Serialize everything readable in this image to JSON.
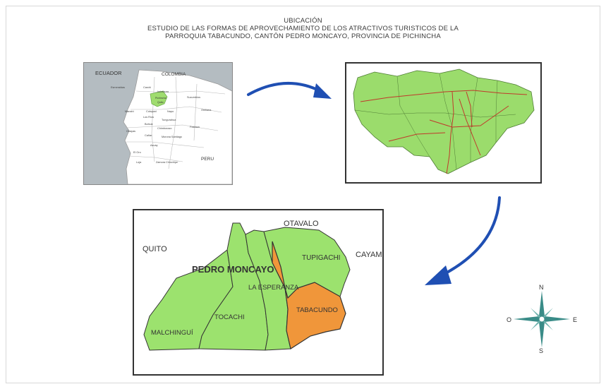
{
  "header": {
    "line1": "UBICACIÓN",
    "line2": "ESTUDIO DE LAS FORMAS DE APROVECHAMIENTO DE LOS ATRACTIVOS TURISTICOS DE LA",
    "line3": "PARROQUIA TABACUNDO, CANTÓN PEDRO MONCAYO, PROVINCIA DE PICHINCHA"
  },
  "ecuador_map": {
    "country_label": "ECUADOR",
    "neighbors": [
      "COLOMBIA",
      "PERU"
    ],
    "provinces": [
      "Esmeraldas",
      "Carchi",
      "Imbabura",
      "Sucumbíos",
      "Pichincha",
      "Quito",
      "Orellana",
      "Manabí",
      "Cotopaxi",
      "Napo",
      "Los Ríos",
      "Tungurahua",
      "Bolívar",
      "Chimborazo",
      "Pastaza",
      "Guayas",
      "Cañar",
      "Morona Santiago",
      "Azuay",
      "El Oro",
      "Loja",
      "Zamora Chinchipe"
    ],
    "colors": {
      "sea": "#b4bcc1",
      "land": "#ffffff",
      "highlight": "#9fdc6e"
    }
  },
  "canton_map": {
    "colors": {
      "fill": "#9bdc6c",
      "roads": "#c0392b"
    }
  },
  "parroquia_map": {
    "labels": {
      "otavalo": "OTAVALO",
      "quito": "QUITO",
      "cayambe": "CAYAMBE",
      "canton": "PEDRO MONCAYO",
      "tupigachi": "TUPIGACHI",
      "la_esperanza": "LA ESPERANZA",
      "tabacundo": "TABACUNDO",
      "tocachi": "TOCACHI",
      "malchingui": "MALCHINGUÍ"
    },
    "colors": {
      "parish": "#9ce26e",
      "highlight": "#f0963a",
      "border": "#333333"
    }
  },
  "compass": {
    "n": "N",
    "s": "S",
    "e": "E",
    "w": "O"
  },
  "colors": {
    "arrow": "#1f4fb3"
  }
}
